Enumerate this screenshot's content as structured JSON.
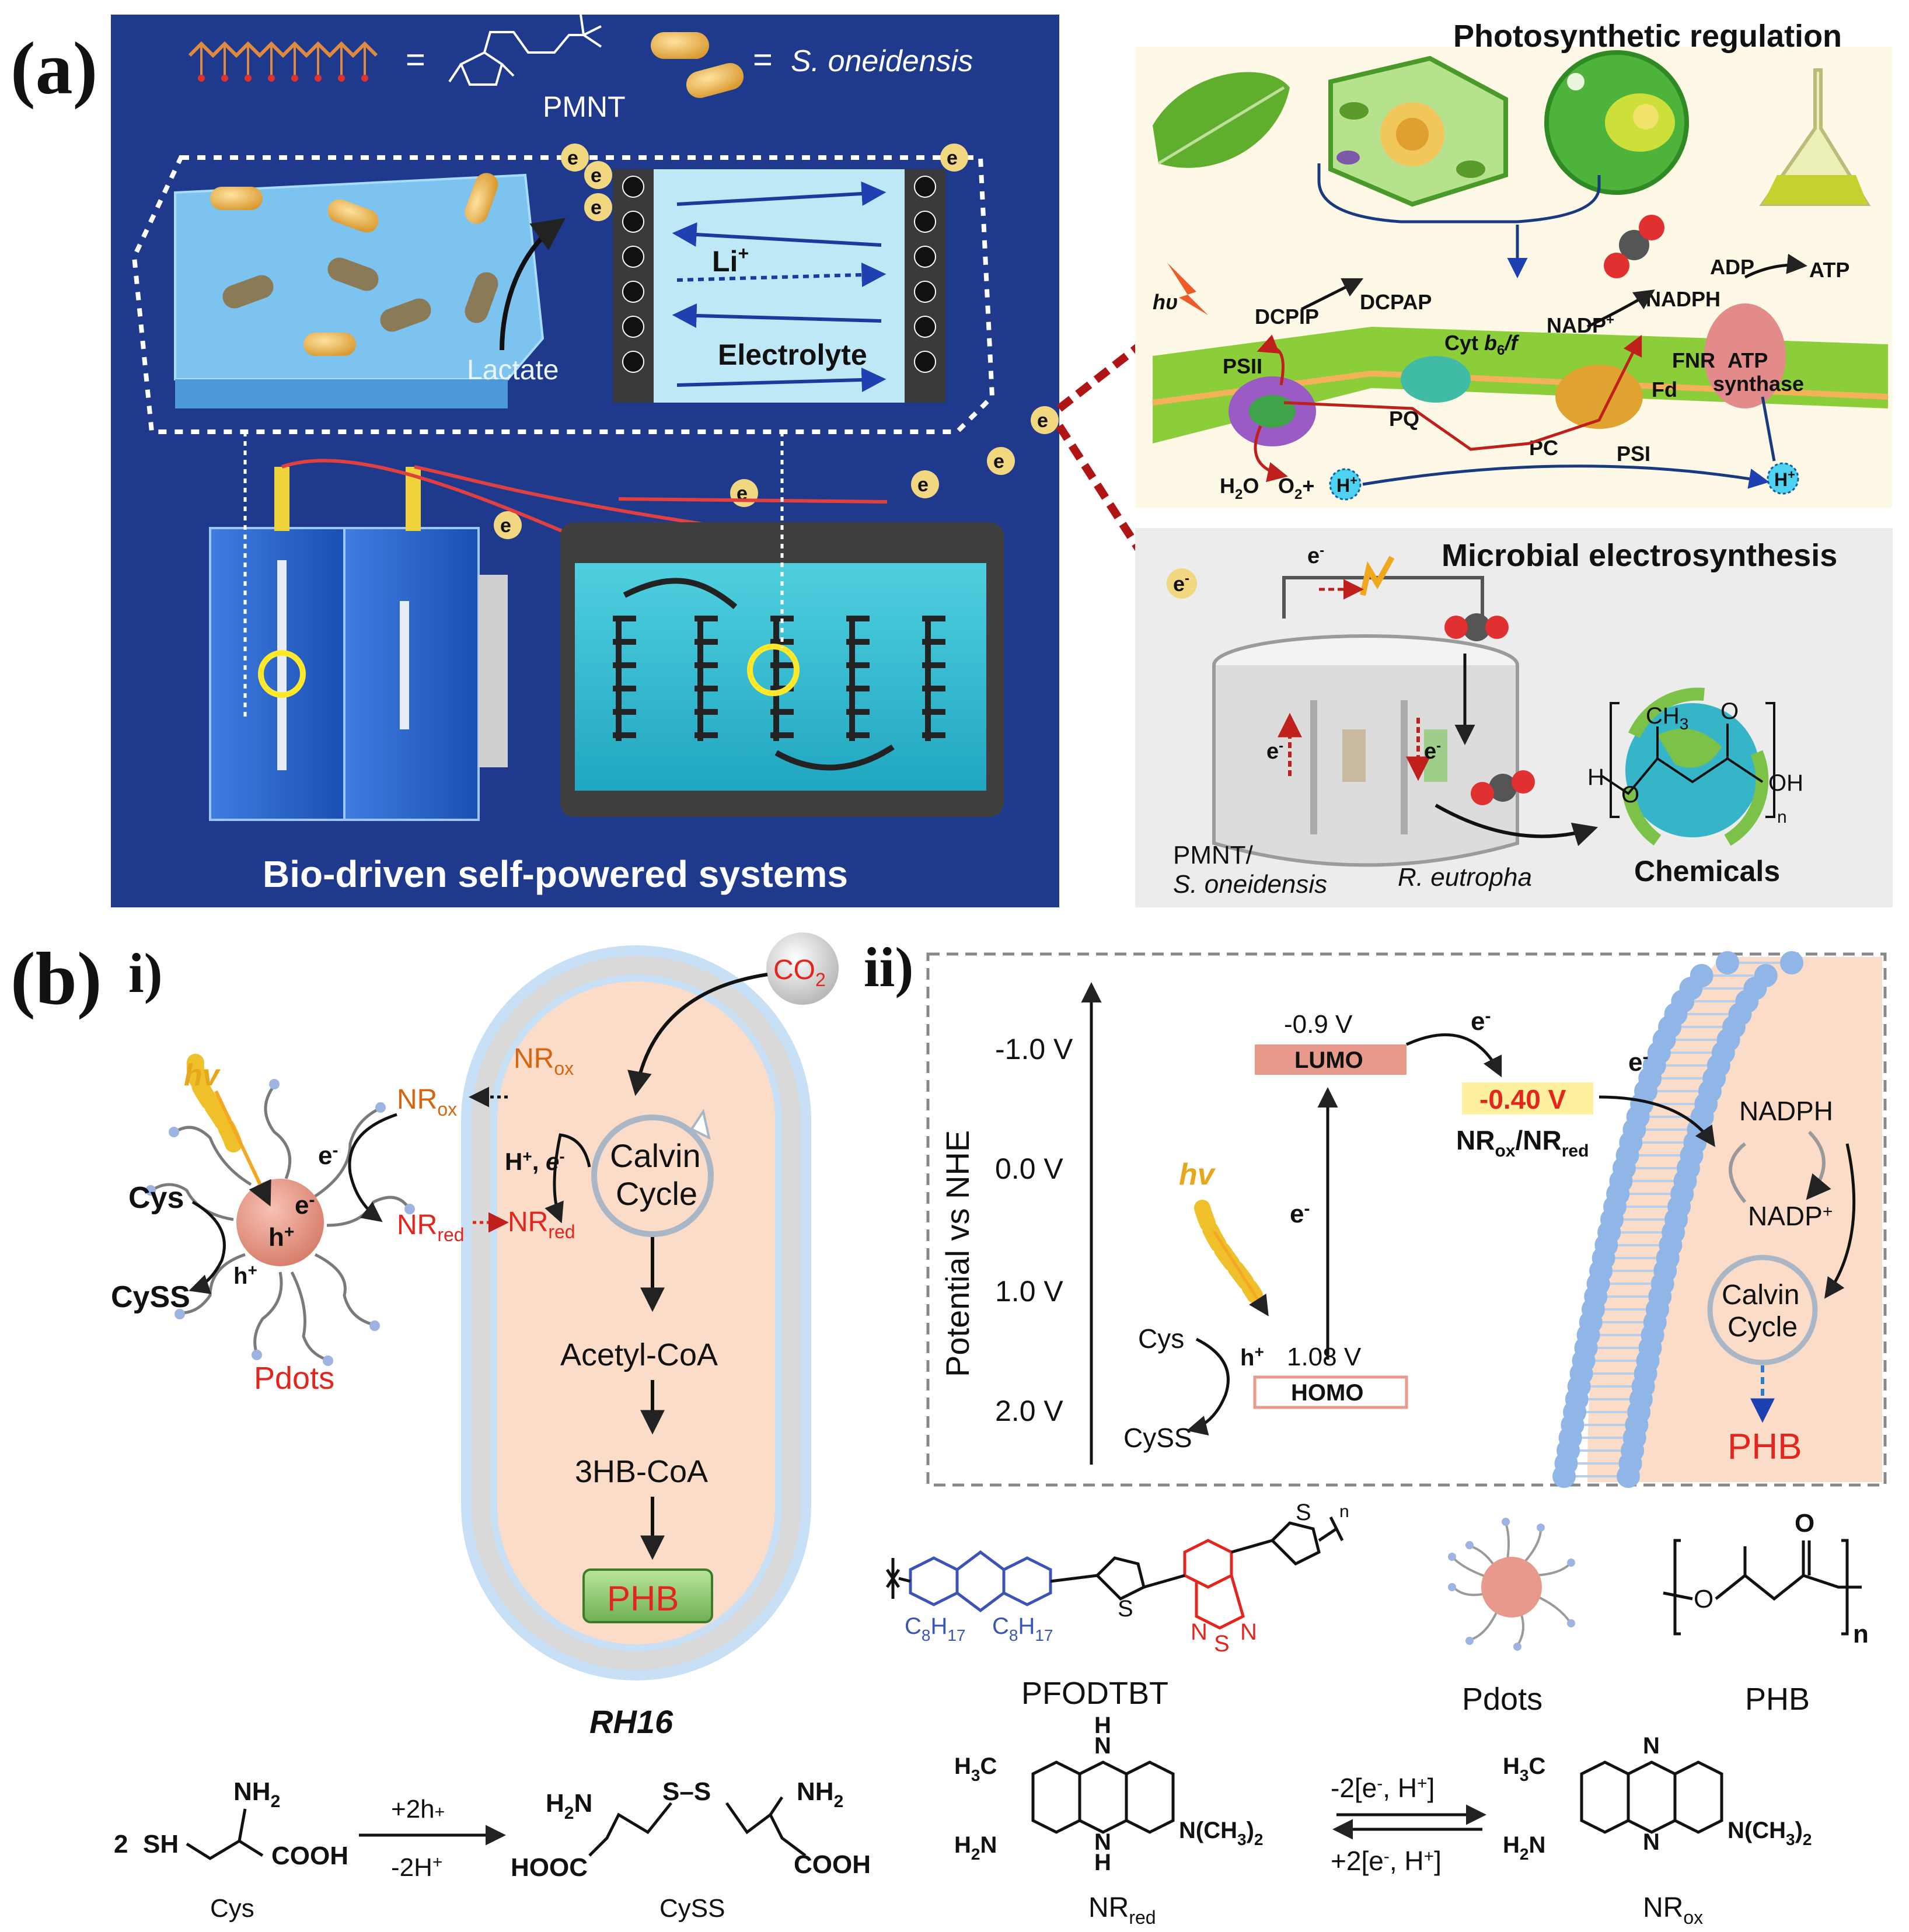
{
  "panel_a": {
    "label": "(a)",
    "legend_eq_pmnt": "=",
    "pmnt_label": "PMNT",
    "legend_eq_bacteria": "=",
    "bacteria_label": "S. oneidensis",
    "electron": "e",
    "electron_sup": "-",
    "li_label": "Li",
    "li_sup": "+",
    "electrolyte_label": "Electrolyte",
    "lactate_label": "Lactate",
    "bottom_title": "Bio-driven self-powered systems",
    "photosynthetic": {
      "title": "Photosynthetic regulation",
      "hv": "hυ",
      "dcpip": "DCPIP",
      "dcpap": "DCPAP",
      "nadp": "NADP",
      "nadp_sup": "+",
      "nadph": "NADPH",
      "adp": "ADP",
      "atp": "ATP",
      "psii": "PSII",
      "cyt": "Cyt",
      "cyt_b6f": "b",
      "cyt_sub": "6",
      "cyt_f": "/f",
      "fnr": "FNR",
      "fd": "Fd",
      "atp_synthase_1": "ATP",
      "atp_synthase_2": "synthase",
      "pq": "PQ",
      "pc": "PC",
      "psi": "PSI",
      "h2o": "H",
      "h2o_sub": "2",
      "h2o_o": "O",
      "o2": "O",
      "o2_sub": "2",
      "o2_plus": "+",
      "h_plus": "H",
      "h_plus_sup": "+"
    },
    "microbial": {
      "title": "Microbial electrosynthesis",
      "e_label": "e",
      "e_sup": "-",
      "pmnt_line1": "PMNT/",
      "pmnt_line2": "S. oneidensis",
      "r_eutropha": "R. eutropha",
      "chemicals": "Chemicals",
      "ch3": "CH",
      "ch3_sub": "3",
      "o": "O",
      "h": "H",
      "oh": "OH",
      "n": "n"
    }
  },
  "panel_b": {
    "label": "(b)",
    "sub_i": "i)",
    "sub_ii": "ii)",
    "hv": "hv",
    "cys": "Cys",
    "cyss": "CySS",
    "e_minus": "e",
    "e_sup": "-",
    "h_plus": "h",
    "h_sup": "+",
    "pdots": "Pdots",
    "nr": "NR",
    "ox": "ox",
    "red": "red",
    "co2": "CO",
    "co2_sub": "2",
    "h_e_label": "H",
    "calvin_1": "Calvin",
    "calvin_2": "Cycle",
    "acetyl": "Acetyl-CoA",
    "hb": "3HB-CoA",
    "phb": "PHB",
    "rh16": "RH16",
    "energy": {
      "axis_label": "Potential vs NHE",
      "ticks": [
        "-1.0 V",
        "0.0 V",
        "1.0 V",
        "2.0 V"
      ],
      "lumo_value": "-0.9 V",
      "lumo": "LUMO",
      "homo_value": "1.08 V",
      "homo": "HOMO",
      "nr_potential": "-0.40 V",
      "nr_pair_ox": "ox",
      "nr_pair_red": "red",
      "nadph": "NADPH",
      "nadp": "NADP",
      "nadp_sup": "+",
      "calvin_1": "Calvin",
      "calvin_2": "Cycle",
      "phb": "PHB"
    },
    "structures": {
      "pfodtbt": "PFODTBT",
      "c8h17": "C",
      "c8_sub1": "8",
      "c8_h": "H",
      "c8_sub2": "17",
      "s": "S",
      "n": "N",
      "pdots": "Pdots",
      "phb": "PHB",
      "o": "O",
      "sub_n": "n"
    },
    "cys_reaction": {
      "coef": "2",
      "sh": "SH",
      "nh2": "NH",
      "nh2_sub": "2",
      "cooh": "COOH",
      "hooc": "HOOC",
      "h2n": "H",
      "h2n_sub": "2",
      "h2n_n": "N",
      "s_s": "S–S",
      "plus_2h": "+2h",
      "minus_2h": "-2H",
      "cys": "Cys",
      "cyss": "CySS"
    },
    "nr_reaction": {
      "h3c": "H",
      "h3c_sub": "3",
      "h3c_c": "C",
      "h2n": "H",
      "h2n_sub": "2",
      "h2n_n": "N",
      "h": "H",
      "n": "N",
      "nme2": "N(CH",
      "nme2_sub": "3",
      "nme2_close": ")",
      "nme2_sub2": "2",
      "top_arrow": "-2[e",
      "top_arrow_end": ", H",
      "bottom_arrow": "+2[e",
      "nr": "NR",
      "red": "red",
      "ox": "ox"
    }
  },
  "colors": {
    "panel_a_bg": "#1f3a8c",
    "phb_green": "#8bc770",
    "lumo_fill": "#e79a8c",
    "nr_highlight": "#fff0a0",
    "membrane_blue": "#8fb6e6",
    "cell_fill": "#fbdcc8",
    "red_text": "#e3251e",
    "orange_text": "#d9640f",
    "blue_text": "#3b55b5"
  }
}
